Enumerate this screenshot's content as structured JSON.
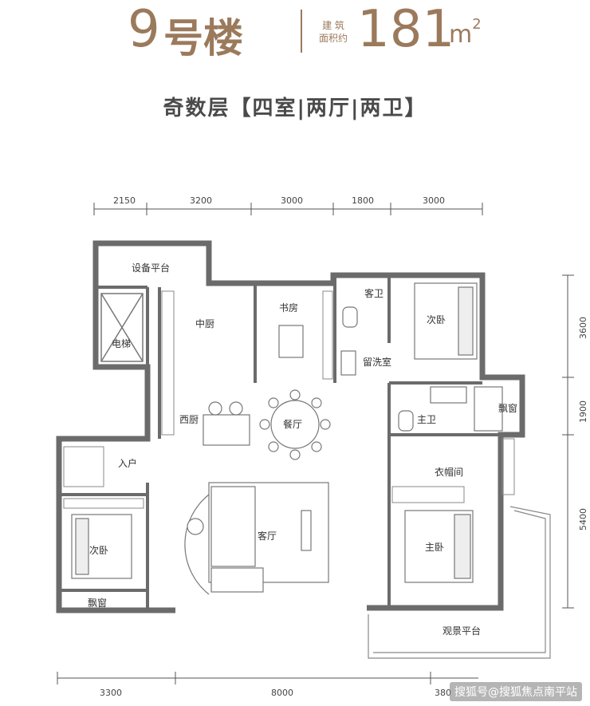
{
  "header": {
    "building_number": "9",
    "building_suffix": "号楼",
    "area_label_line1": "建 筑",
    "area_label_line2": "面积约",
    "area_value": "181",
    "area_unit": "m",
    "area_unit_power": "2",
    "subtitle": "奇数层【四室|两厅|两卫】"
  },
  "dimensions": {
    "top": [
      "2150",
      "3200",
      "3000",
      "1800",
      "3000"
    ],
    "bottom": [
      "3300",
      "8000",
      "380"
    ],
    "right": [
      "3600",
      "1900",
      "5400"
    ]
  },
  "rooms": {
    "equipment_platform": "设备平台",
    "elevator": "电梯",
    "middle_kitchen": "中厨",
    "study": "书房",
    "guest_bath": "客卫",
    "second_bedroom_a": "次卧",
    "laundry": "留洗室",
    "western_kitchen": "西厨",
    "dining": "餐厅",
    "master_bath": "主卫",
    "bay_window_a": "飘窗",
    "entrance": "入户",
    "closet": "衣帽间",
    "second_bedroom_b": "次卧",
    "living": "客厅",
    "master_bedroom": "主卧",
    "bay_window_b": "飘窗",
    "view_platform": "观景平台"
  },
  "watermark": "搜狐号@搜狐焦点南平站"
}
